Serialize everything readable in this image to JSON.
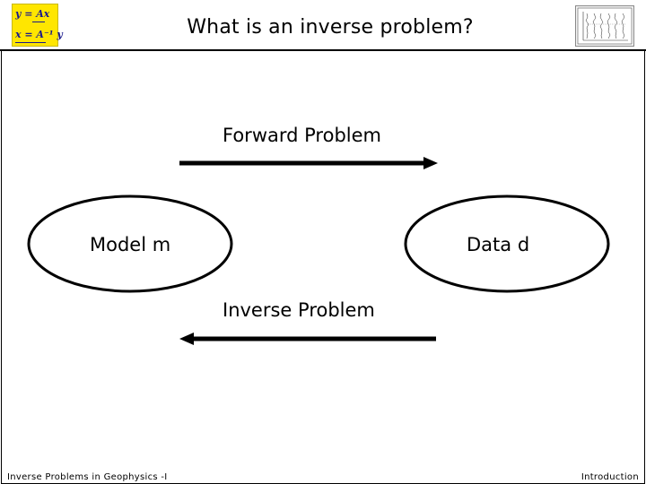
{
  "header": {
    "title": "What is an inverse problem?",
    "logo_left": {
      "equation_1": "y = Ax",
      "equation_2": "x = A⁻¹ y"
    },
    "logo_right": {
      "icon": "seismogram-plot-icon"
    }
  },
  "diagram": {
    "forward_label": "Forward Problem",
    "inverse_label": "Inverse Problem",
    "model_label": "Model m",
    "data_label": "Data d"
  },
  "footer": {
    "left": "Inverse Problems in Geophysics -I",
    "right": "Introduction"
  }
}
